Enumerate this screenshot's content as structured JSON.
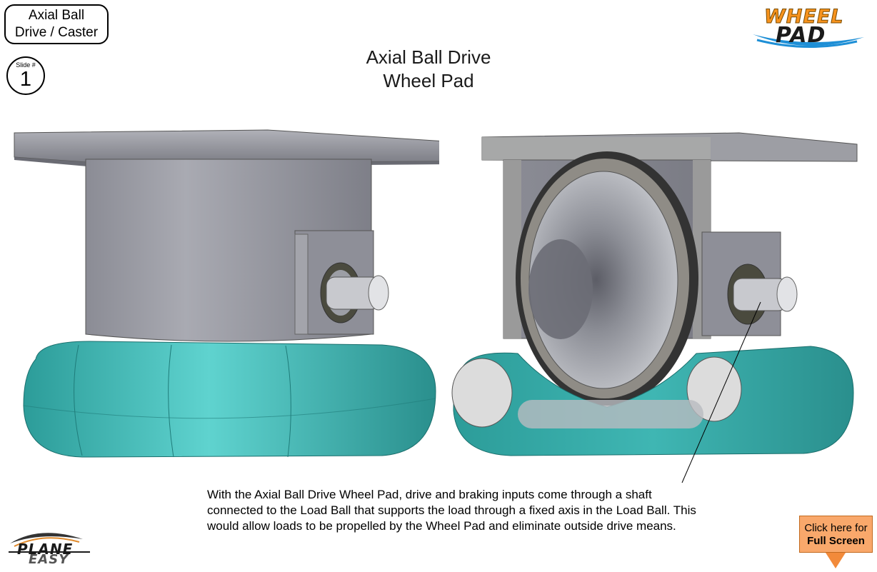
{
  "topic": {
    "line1": "Axial Ball",
    "line2": "Drive / Caster"
  },
  "slide": {
    "label": "Slide #",
    "number": "1"
  },
  "title": {
    "line1": "Axial Ball Drive",
    "line2": "Wheel Pad"
  },
  "logo": {
    "line1": "WHEEL",
    "line2": "PAD"
  },
  "description": {
    "line1": "With the Axial Ball Drive Wheel Pad, drive and braking inputs come through a shaft",
    "line2": "connected to the Load Ball that supports the load through a fixed axis in the Load Ball.  This",
    "line3": "would allow loads to be propelled by the Wheel Pad and eliminate outside drive means."
  },
  "brand": {
    "line1": "PLANE",
    "line2": "EASY"
  },
  "fullscreen": {
    "line1": "Click here for",
    "line2": "Full Screen"
  },
  "colors": {
    "teal": "#3fb6b3",
    "gray": "#9a9ba3",
    "orange": "#f9a86b",
    "logo_orange": "#f7931e"
  }
}
